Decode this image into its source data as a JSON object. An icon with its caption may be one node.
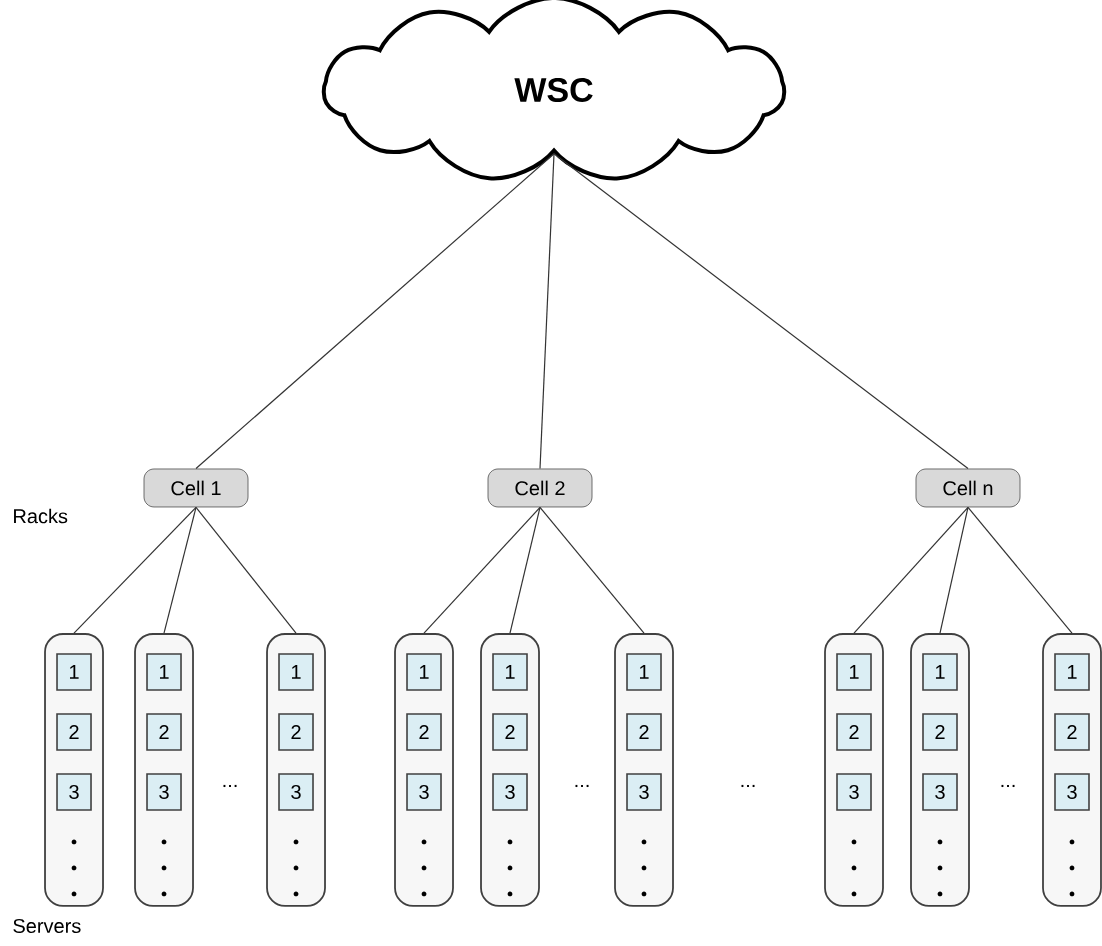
{
  "diagram": {
    "nodes": [
      {
        "text": [
          "WSC"
        ]
      },
      {
        "text": [
          "Cell 1"
        ]
      },
      {
        "text": [
          "Cell 2"
        ]
      },
      {
        "text": [
          "Cell n"
        ]
      },
      {
        "text": [],
        "shape": "box"
      },
      {
        "text": [
          "1"
        ],
        "in": 4
      },
      {
        "text": [
          "2"
        ],
        "in": 4
      },
      {
        "text": [
          "3"
        ],
        "in": 4
      },
      {
        "text": [],
        "shape": "box"
      },
      {
        "text": [
          "1"
        ],
        "in": 8
      },
      {
        "text": [
          "2"
        ],
        "in": 8
      },
      {
        "text": [
          "3"
        ],
        "in": 8
      },
      {
        "text": [],
        "shape": "box"
      },
      {
        "text": [
          "1"
        ],
        "in": 12
      },
      {
        "text": [
          "2"
        ],
        "in": 12
      },
      {
        "text": [
          "3"
        ],
        "in": 12
      },
      {
        "text": [],
        "shape": "box"
      },
      {
        "text": [
          "1"
        ],
        "in": 16
      },
      {
        "text": [
          "2"
        ],
        "in": 16
      },
      {
        "text": [
          "3"
        ],
        "in": 16
      },
      {
        "text": [],
        "shape": "box"
      },
      {
        "text": [
          "1"
        ],
        "in": 20
      },
      {
        "text": [
          "2"
        ],
        "in": 20
      },
      {
        "text": [
          "3"
        ],
        "in": 20
      },
      {
        "text": [],
        "shape": "box"
      },
      {
        "text": [
          "1"
        ],
        "in": 24
      },
      {
        "text": [
          "2"
        ],
        "in": 24
      },
      {
        "text": [
          "3"
        ],
        "in": 24
      },
      {
        "text": [],
        "shape": "box"
      },
      {
        "text": [
          "1"
        ],
        "in": 28
      },
      {
        "text": [
          "2"
        ],
        "in": 28
      },
      {
        "text": [
          "3"
        ],
        "in": 28
      },
      {
        "text": [],
        "shape": "box"
      },
      {
        "text": [
          "1"
        ],
        "in": 32
      },
      {
        "text": [
          "2"
        ],
        "in": 32
      },
      {
        "text": [
          "3"
        ],
        "in": 32
      },
      {
        "text": [],
        "shape": "box"
      },
      {
        "text": [
          "1"
        ],
        "in": 36
      },
      {
        "text": [
          "2"
        ],
        "in": 36
      },
      {
        "text": [
          "3"
        ],
        "in": 36
      }
    ],
    "edges": [
      {
        "from": 0,
        "to": 1,
        "arrow": "none"
      },
      {
        "from": 0,
        "to": 2,
        "arrow": "none"
      },
      {
        "from": 0,
        "to": 3,
        "arrow": "none"
      },
      {
        "from": 1,
        "to": 4,
        "arrow": "none"
      },
      {
        "from": 1,
        "to": 8,
        "arrow": "none"
      },
      {
        "from": 1,
        "to": 12,
        "arrow": "none"
      },
      {
        "from": 2,
        "to": 16,
        "arrow": "none"
      },
      {
        "from": 2,
        "to": 20,
        "arrow": "none"
      },
      {
        "from": 2,
        "to": 24,
        "arrow": "none"
      },
      {
        "from": 3,
        "to": 28,
        "arrow": "none"
      },
      {
        "from": 3,
        "to": 32,
        "arrow": "none"
      },
      {
        "from": 3,
        "to": 36,
        "arrow": "none"
      }
    ],
    "labels": [
      "Racks",
      "...",
      "...",
      "...",
      "...",
      "Servers"
    ]
  }
}
